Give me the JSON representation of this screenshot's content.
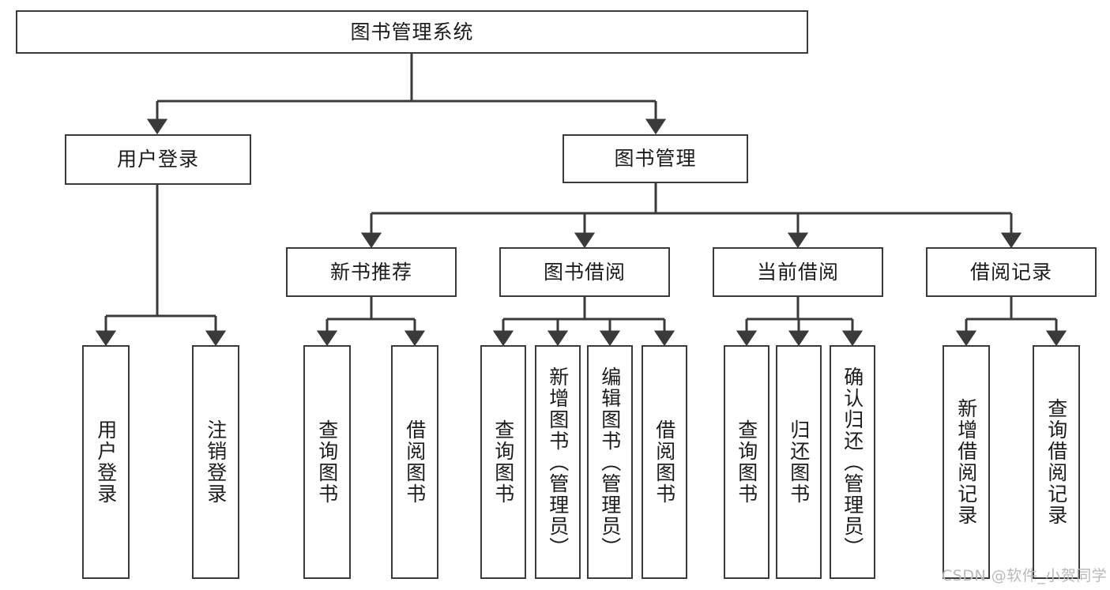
{
  "diagram": {
    "type": "tree-hierarchy-chart",
    "root": {
      "label": "图书管理系统"
    },
    "level2": [
      {
        "label": "用户登录"
      },
      {
        "label": "图书管理"
      }
    ],
    "level3": [
      {
        "label": "新书推荐"
      },
      {
        "label": "图书借阅"
      },
      {
        "label": "当前借阅"
      },
      {
        "label": "借阅记录"
      }
    ],
    "leaves": {
      "user_login": [
        {
          "label": "用户登录"
        },
        {
          "label": "注销登录"
        }
      ],
      "new_book_recommend": [
        {
          "label": "查询图书"
        },
        {
          "label": "借阅图书"
        }
      ],
      "book_borrow": [
        {
          "label": "查询图书"
        },
        {
          "label": "新增图书（管理员）"
        },
        {
          "label": "编辑图书（管理员）"
        },
        {
          "label": "借阅图书"
        }
      ],
      "current_borrow": [
        {
          "label": "查询图书"
        },
        {
          "label": "归还图书"
        },
        {
          "label": "确认归还（管理员）"
        }
      ],
      "borrow_record": [
        {
          "label": "新增借阅记录"
        },
        {
          "label": "查询借阅记录"
        }
      ]
    }
  },
  "watermark": {
    "text": "CSDN @软件_小贺同学"
  },
  "colors": {
    "stroke": "#3a3a3a",
    "text": "#1b1b1b",
    "background": "#ffffff",
    "watermark": "#b9b9b9"
  }
}
